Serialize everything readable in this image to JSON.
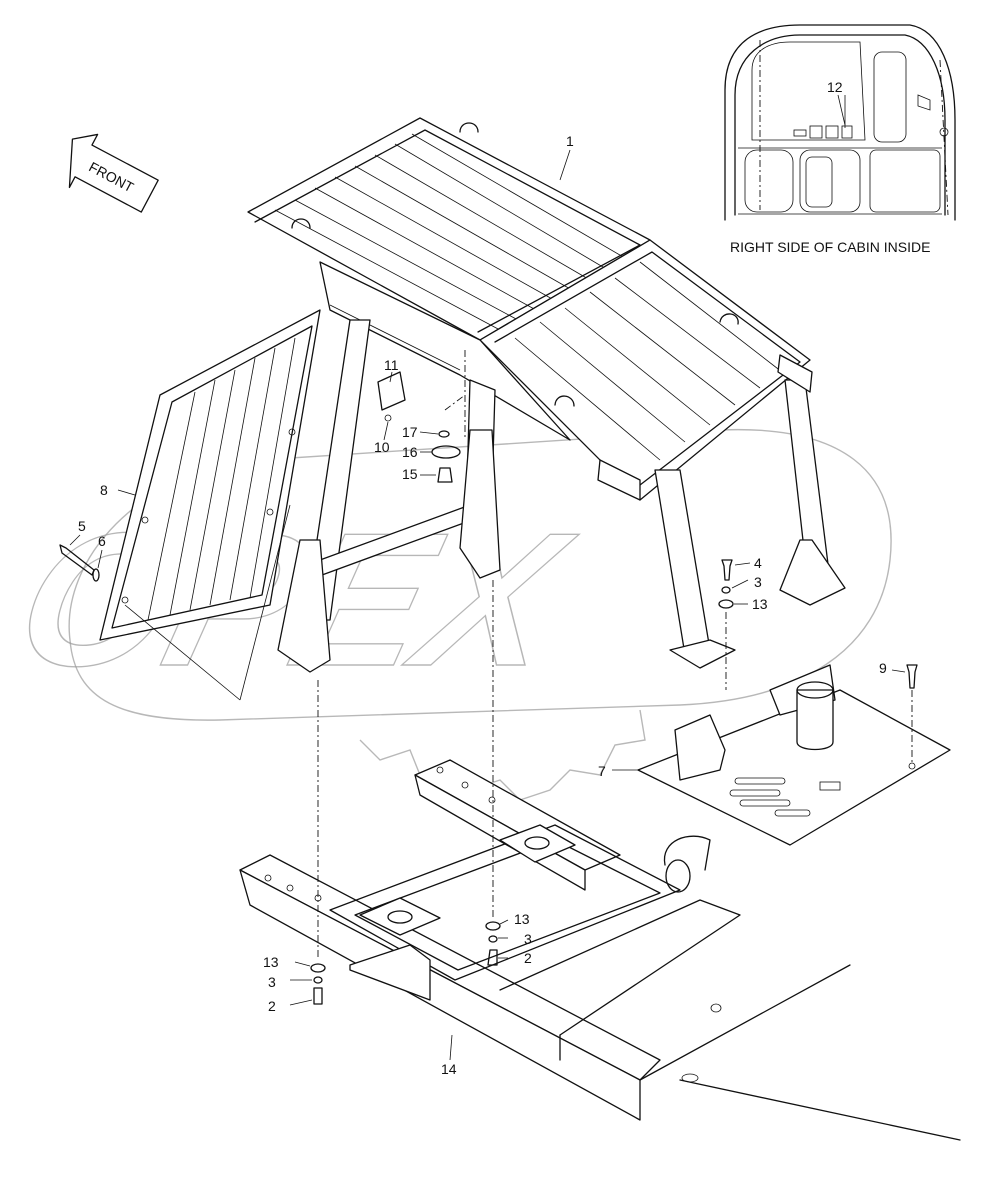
{
  "diagram": {
    "front_label": "FRONT",
    "inset_caption": "RIGHT SIDE OF CABIN INSIDE",
    "watermark": "OPEX",
    "callouts": [
      {
        "id": "c1",
        "text": "1"
      },
      {
        "id": "c2a",
        "text": "2"
      },
      {
        "id": "c2b",
        "text": "2"
      },
      {
        "id": "c3a",
        "text": "3"
      },
      {
        "id": "c3b",
        "text": "3"
      },
      {
        "id": "c3c",
        "text": "3"
      },
      {
        "id": "c4",
        "text": "4"
      },
      {
        "id": "c5",
        "text": "5"
      },
      {
        "id": "c6",
        "text": "6"
      },
      {
        "id": "c7",
        "text": "7"
      },
      {
        "id": "c8",
        "text": "8"
      },
      {
        "id": "c9",
        "text": "9"
      },
      {
        "id": "c10",
        "text": "10"
      },
      {
        "id": "c11",
        "text": "11"
      },
      {
        "id": "c12",
        "text": "12"
      },
      {
        "id": "c13a",
        "text": "13"
      },
      {
        "id": "c13b",
        "text": "13"
      },
      {
        "id": "c13c",
        "text": "13"
      },
      {
        "id": "c14",
        "text": "14"
      },
      {
        "id": "c15",
        "text": "15"
      },
      {
        "id": "c16",
        "text": "16"
      },
      {
        "id": "c17",
        "text": "17"
      }
    ]
  }
}
